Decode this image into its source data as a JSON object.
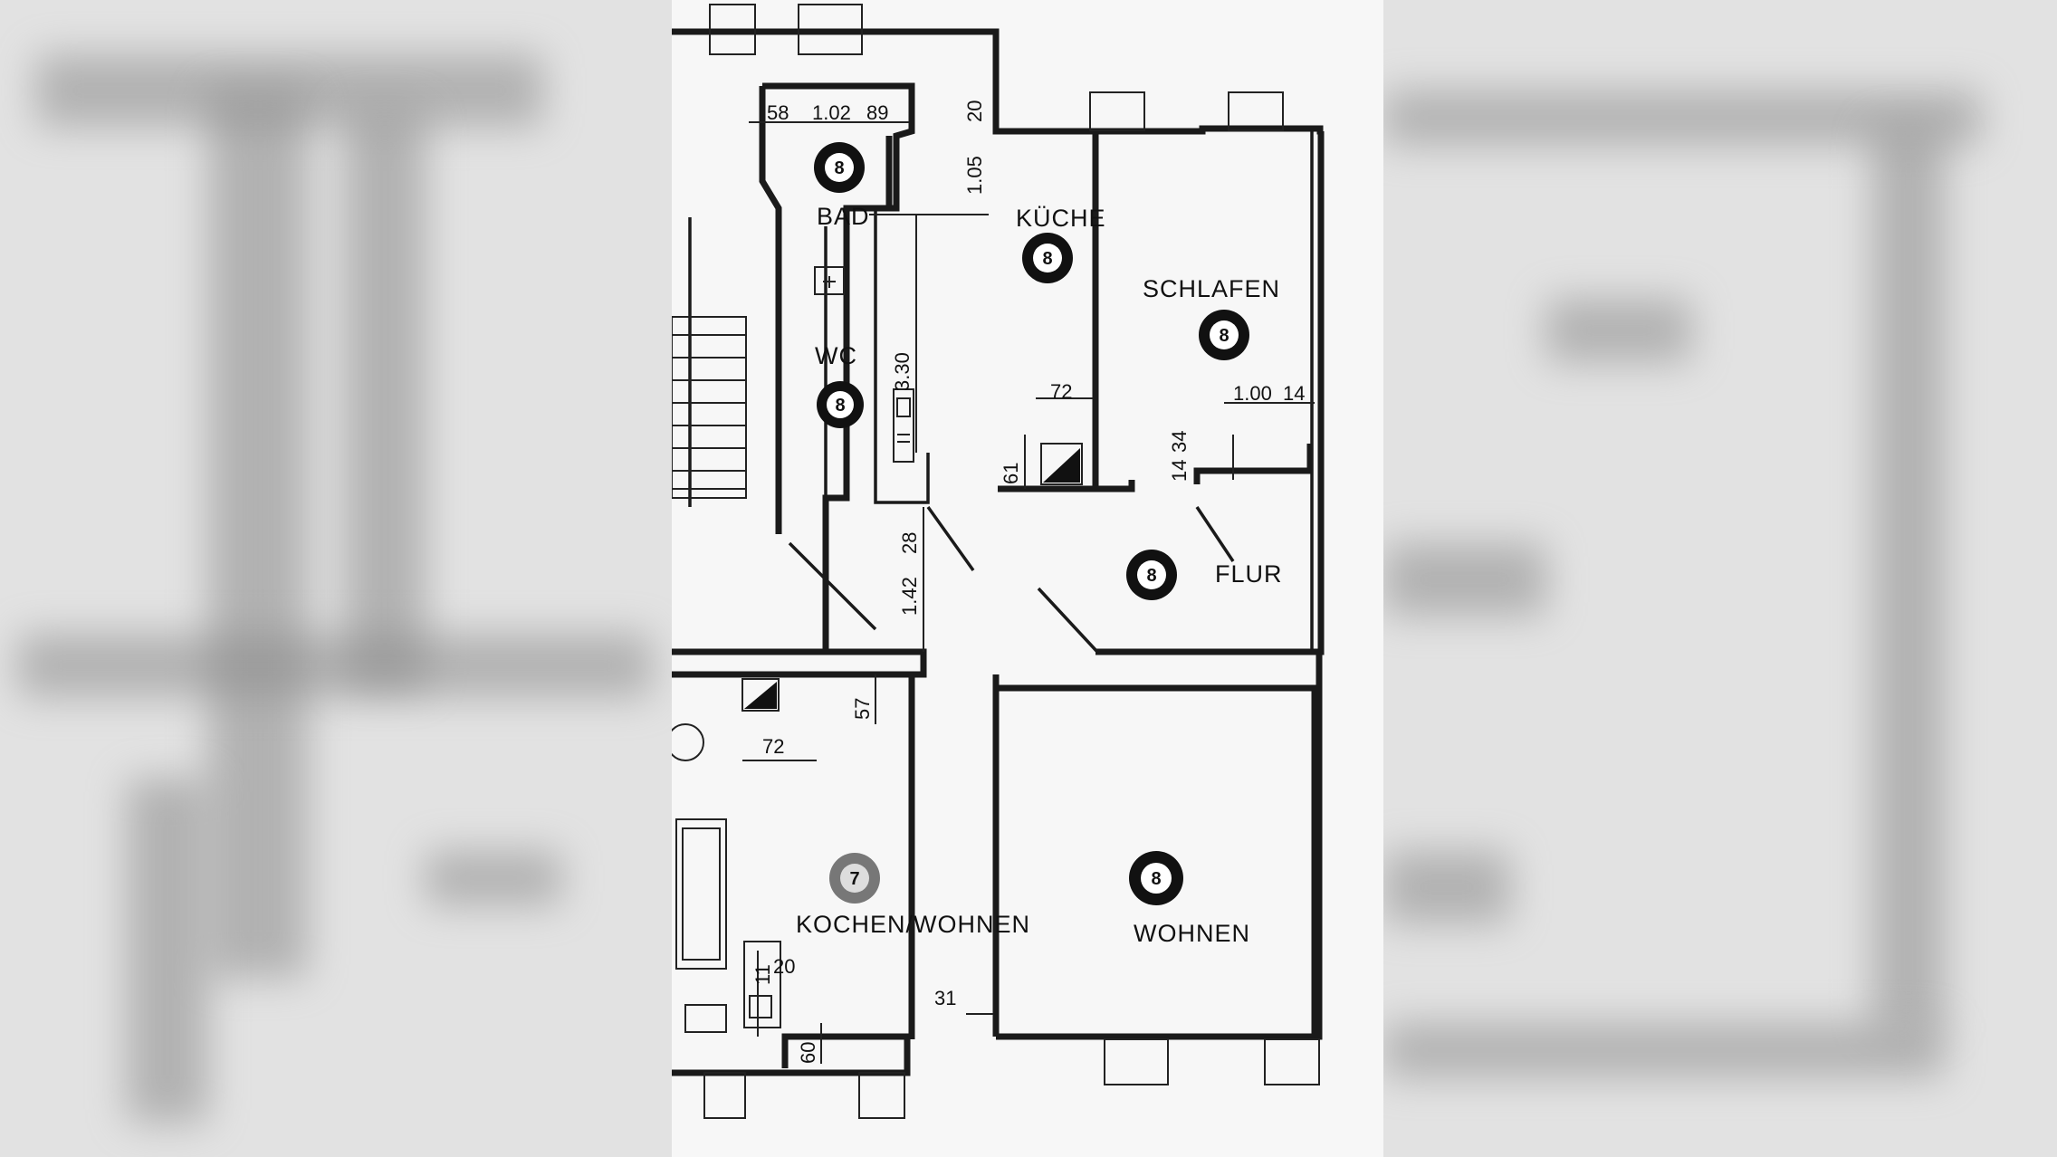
{
  "floorplan": {
    "rooms": {
      "bad": "BAD",
      "kueche": "KÜCHE",
      "schlafen": "SCHLAFEN",
      "wc": "WC",
      "flur": "FLUR",
      "wohnen": "WOHNEN",
      "kochen_wohnen": "KOCHEN/WOHNEN"
    },
    "badges": {
      "bad": "8",
      "kueche": "8",
      "schlafen": "8",
      "wc": "8",
      "flur": "8",
      "wohnen": "8",
      "kochen_wohnen": "7"
    },
    "dimensions": {
      "d58": "58",
      "d102": "1.02",
      "d89": "89",
      "d20a": "20",
      "d105": "1.05",
      "d330": "3.30",
      "d72a": "72",
      "d100": "1.00",
      "d14a": "14",
      "d34": "34",
      "d14b": "14",
      "d61": "61",
      "d28": "28",
      "d142": "1.42",
      "d57": "57",
      "d72b": "72",
      "d11": "11",
      "d20b": "20",
      "d31": "31",
      "d60": "60"
    }
  }
}
